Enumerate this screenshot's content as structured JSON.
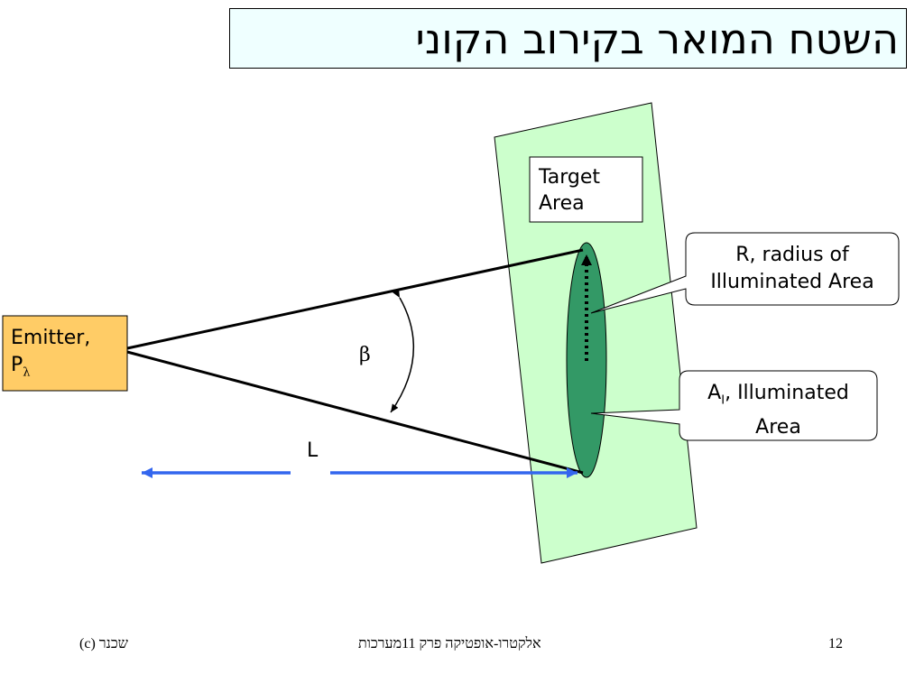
{
  "slide": {
    "title": "השטח המואר בקירוב הקוני"
  },
  "diagram": {
    "target_label_line1": "Target",
    "target_label_line2": "Area",
    "emitter_label_line1": "Emitter,",
    "emitter_label_p": "P",
    "emitter_label_sub": "λ",
    "beta_label": "β",
    "length_label": "L",
    "radius_callout_line1": "R, radius of",
    "radius_callout_line2": "Illuminated Area",
    "area_callout_a": "A",
    "area_callout_sub": "I",
    "area_callout_rest": ", Illuminated",
    "area_callout_line2": "Area",
    "colors": {
      "target_fill": "#ccffcc",
      "ellipse_fill": "#339966",
      "emitter_fill": "#ffcc66",
      "arrow_blue": "#3366ee",
      "title_bg": "#efffff"
    }
  },
  "footer": {
    "left": "שכנר (c)",
    "center": "אלקטרו-אופטיקה פרק  11מערכות",
    "page_number": "12"
  }
}
